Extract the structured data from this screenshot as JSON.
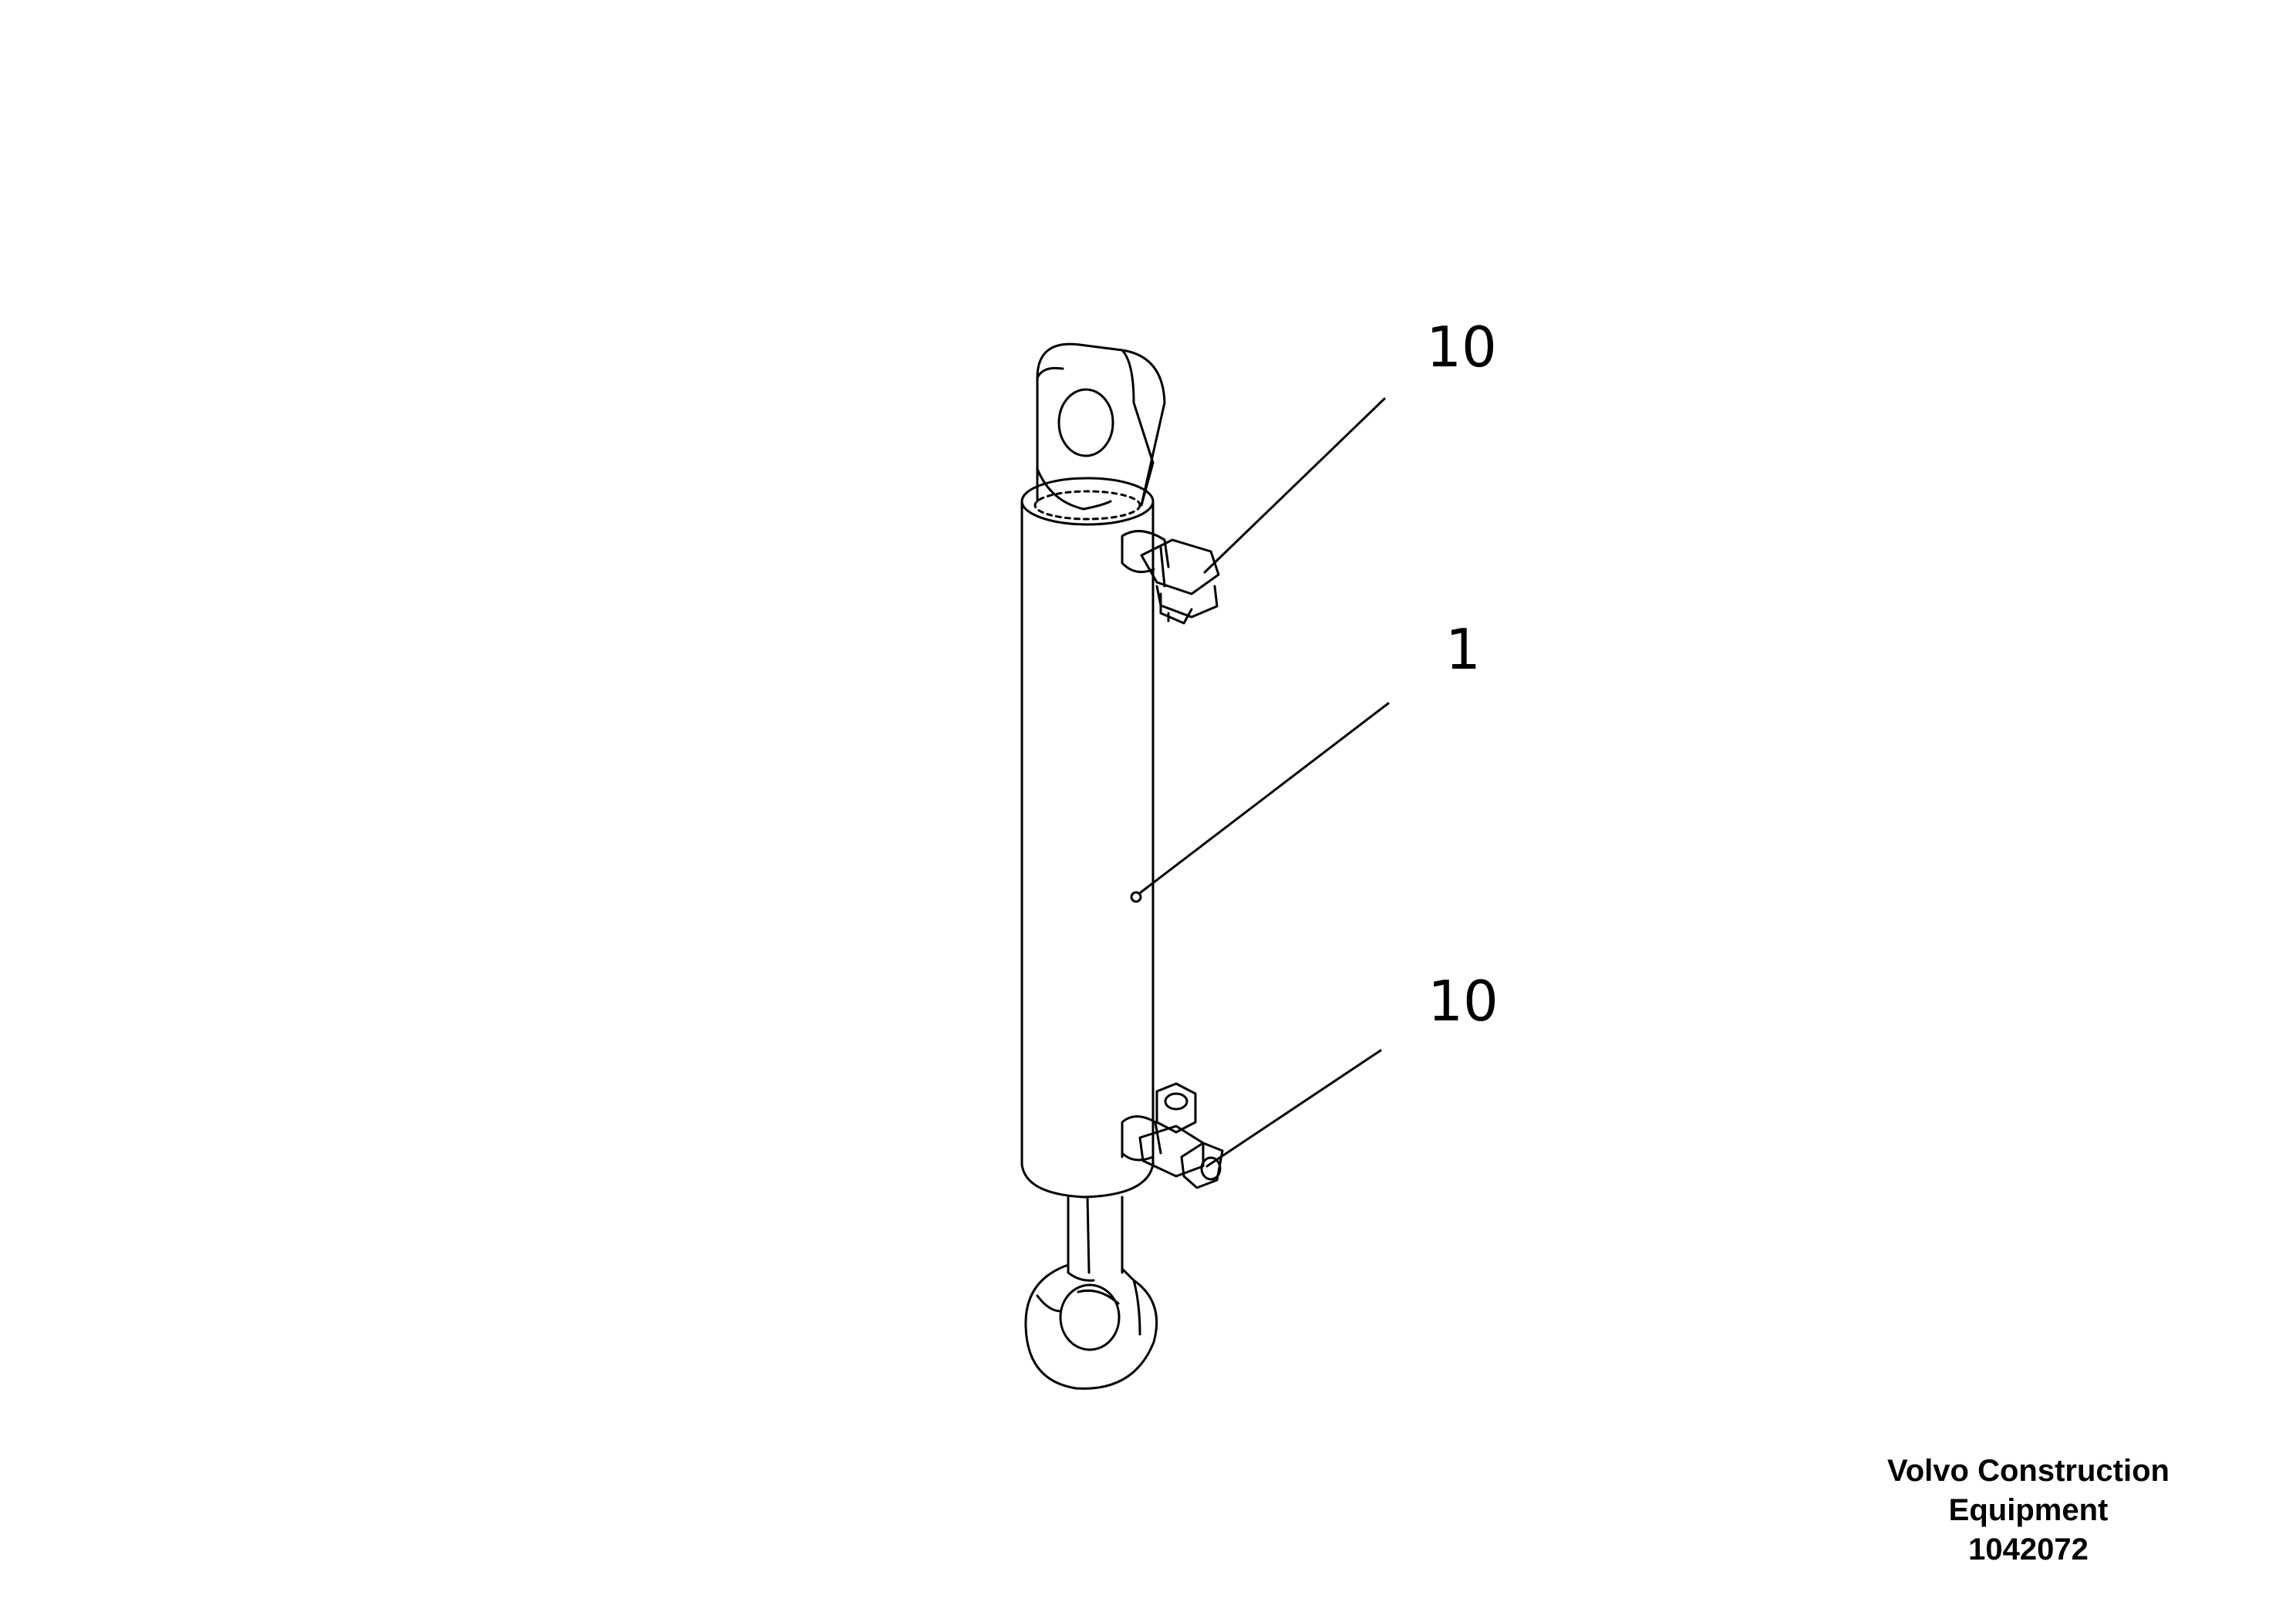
{
  "callouts": {
    "top_fitting": "10",
    "cylinder_body": "1",
    "bottom_fitting": "10"
  },
  "credit": {
    "line1": "Volvo Construction",
    "line2": "Equipment",
    "line3": "1042072"
  },
  "colors": {
    "ink": "#000000",
    "paper": "#ffffff"
  }
}
